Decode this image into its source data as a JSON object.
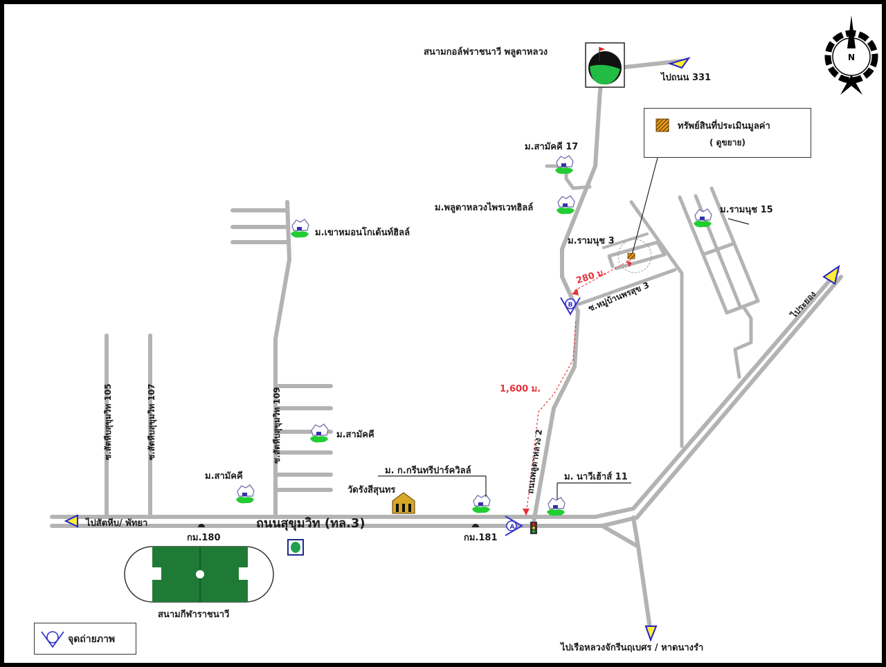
{
  "map": {
    "title_golf": "สนามกอล์ฟราชนาวี พลูตาหลวง",
    "to_331": "ไปถนน 331",
    "to_rayong": "ไประยอง",
    "to_sattahip": "ไปสัตหีบ/ พัทยา",
    "to_south": "ไปเรือหลวงจักรีนฤเบศร / หาดนางรำ",
    "main_road": "ถนนสุขุมวิท (ทล.3)",
    "road_plutaluang2": "ถนนพลูตาหลวง 2",
    "soi_105": "ซ.สัตหีบสุขุมวิท 105",
    "soi_107": "ซ.สัตหีบสุขุมวิท 107",
    "soi_109": "ซ.สัตหีบสุขุมวิท 109",
    "soi_pornsuk3": "ซ.หมู่บ้านพรสุข 3",
    "km180": "กม.180",
    "km181": "กม.181",
    "stadium": "สนามกีฬาราชนาวี",
    "temple": "วัดรังสีสุนทร",
    "distance_1": "1,600 ม.",
    "distance_2": "280 ม.",
    "north": "N",
    "photo_point_a": "A",
    "photo_point_b": "B",
    "villages": {
      "samakkhi17": "ม.สามัคคี 17",
      "plutaluang_private": "ม.พลูตาหลวงไพรเวทฮิลล์",
      "khaomon": "ม.เขาหมอนโกเด้นท์ฮิลล์",
      "ramanut3": "ม.รามนุช 3",
      "ramanut15": "ม.รามนุช 15",
      "samakkhi_a": "ม.สามัคคี",
      "samakkhi_b": "ม.สามัคคี",
      "greentree": "ม. ก.กรีนทรีปาร์ควิลล์",
      "navy11": "ม. นาวีเฮ้าส์ 11"
    }
  },
  "legend": {
    "property_label": "ทรัพย์สินที่ประเมินมูลค่า",
    "property_sub": "( ดูขยาย)",
    "photo_point": "จุดถ่ายภาพ"
  },
  "colors": {
    "road": "#b3b3b3",
    "distance_red": "#e8323a",
    "village_green": "#22cc33",
    "field_green": "#1f7a35",
    "property_orange": "#f0a020",
    "photo_blue": "#3333cc"
  }
}
